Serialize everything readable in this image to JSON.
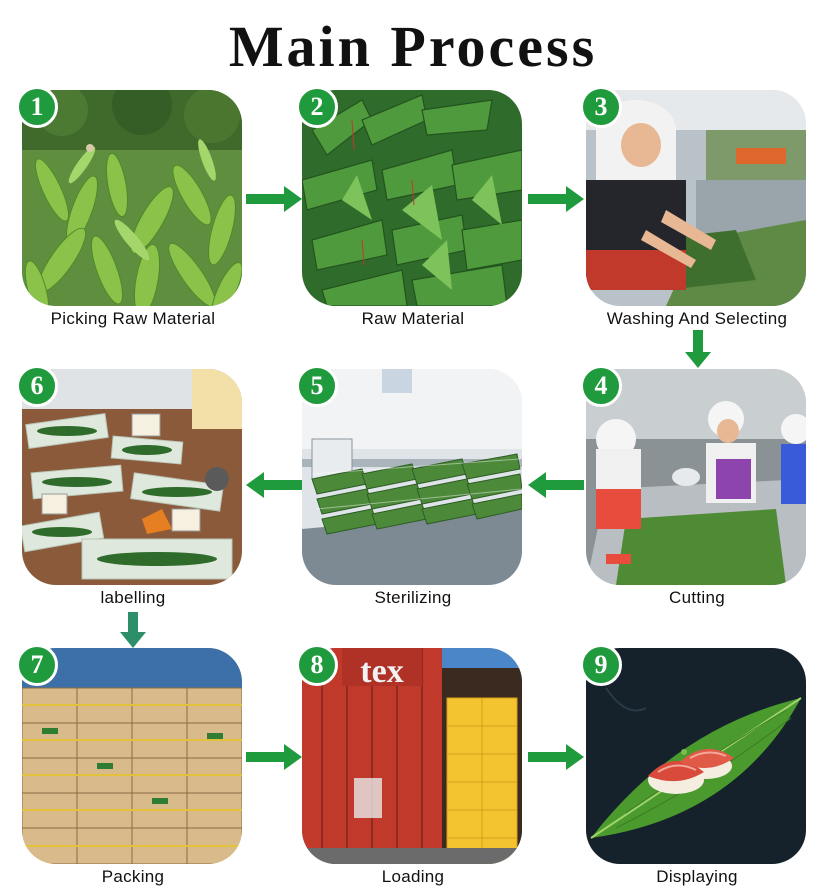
{
  "title": "Main Process",
  "accent_color": "#1f9a3c",
  "arrow_color": "#1f9a3c",
  "steps": [
    {
      "number": "1",
      "label": "Picking Raw Material",
      "icon": "leaf-field-photo"
    },
    {
      "number": "2",
      "label": "Raw Material",
      "icon": "leaf-bundles-photo"
    },
    {
      "number": "3",
      "label": "Washing And Selecting",
      "icon": "washing-worker-photo"
    },
    {
      "number": "4",
      "label": "Cutting",
      "icon": "cutting-workers-photo"
    },
    {
      "number": "5",
      "label": "Sterilizing",
      "icon": "sterilizer-rack-photo"
    },
    {
      "number": "6",
      "label": "labelling",
      "icon": "labelled-packs-photo"
    },
    {
      "number": "7",
      "label": "Packing",
      "icon": "carton-stacks-photo"
    },
    {
      "number": "8",
      "label": "Loading",
      "icon": "container-loading-photo"
    },
    {
      "number": "9",
      "label": "Displaying",
      "icon": "sushi-on-leaf-photo"
    }
  ],
  "container_logo": "tex"
}
